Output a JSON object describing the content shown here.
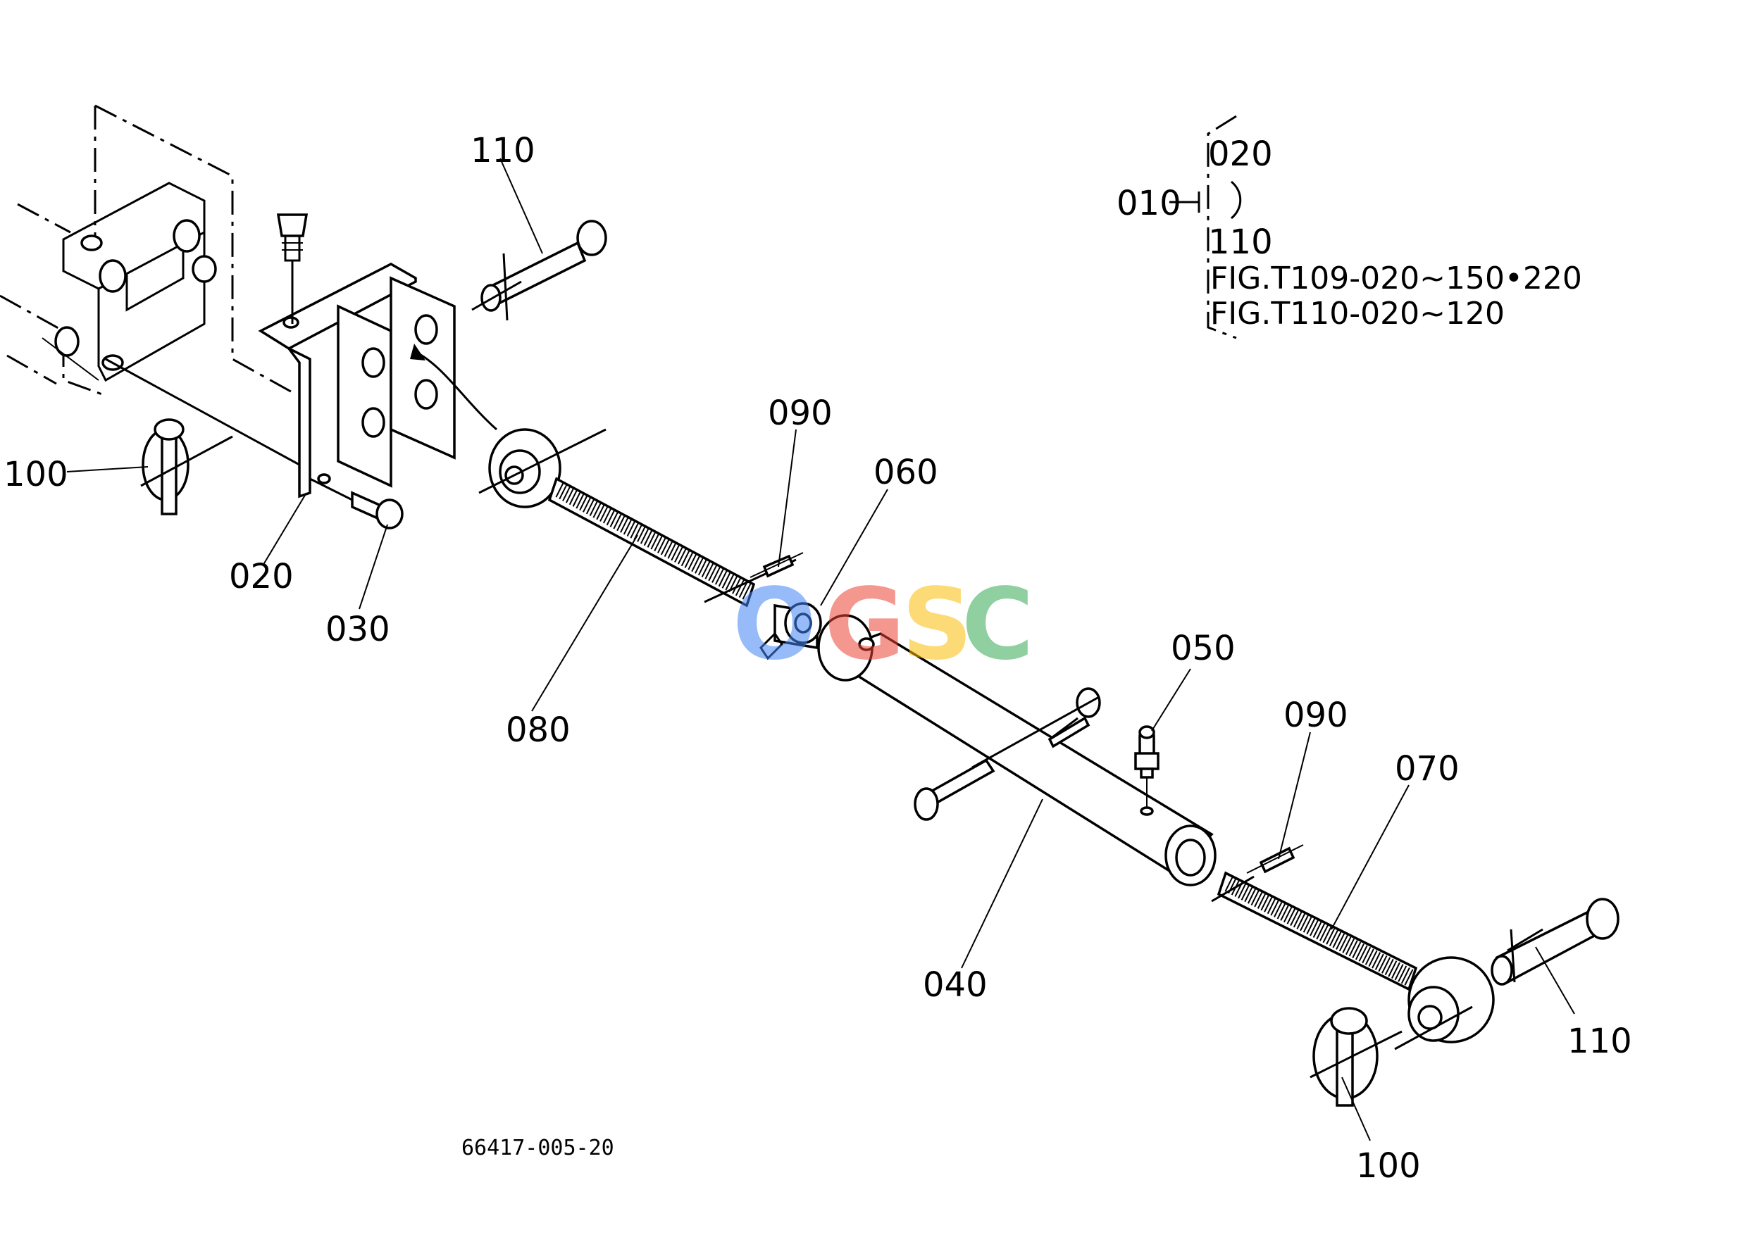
{
  "callouts": {
    "c110_top": "110",
    "c100_left": "100",
    "c020": "020",
    "c030": "030",
    "c090_top": "090",
    "c060": "060",
    "c080": "080",
    "c050": "050",
    "c090_right": "090",
    "c070": "070",
    "c040": "040",
    "c110_right": "110",
    "c100_bottom": "100"
  },
  "reference_block": {
    "assembly": "010",
    "range_start": "020",
    "range_end": "110",
    "fig_ref_1": "FIG.T109-020~150•220",
    "fig_ref_2": "FIG.T110-020~120"
  },
  "drawing_number": "66417-005-20",
  "watermark": {
    "letters": [
      "O",
      "G",
      "S",
      "C"
    ],
    "colors": [
      "#4285F4",
      "#EA4335",
      "#FBBC05",
      "#34A853"
    ]
  }
}
